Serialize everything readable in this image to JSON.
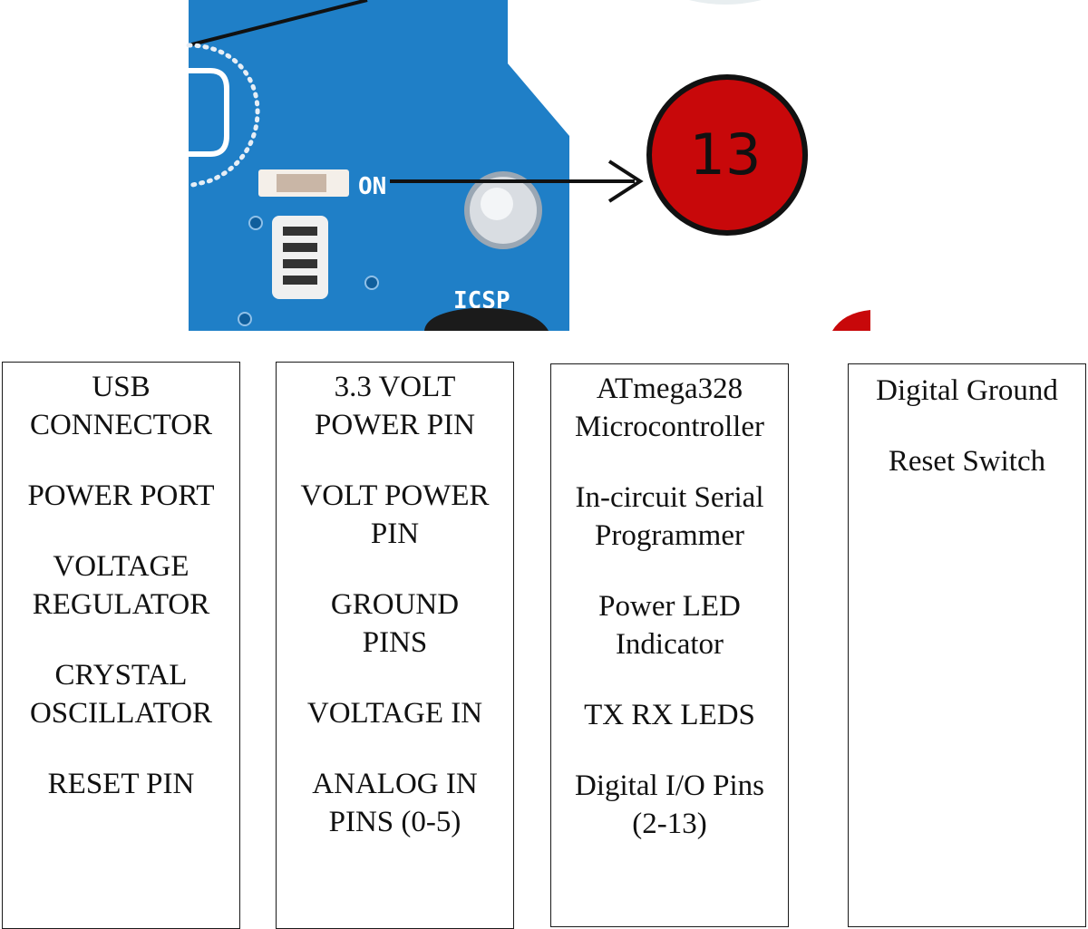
{
  "board": {
    "on_label": "ON",
    "icsp_label": "ICSP",
    "callout_number": "13"
  },
  "columns": [
    {
      "items": [
        "USB\nCONNECTOR",
        "POWER PORT",
        "VOLTAGE\nREGULATOR",
        "CRYSTAL\nOSCILLATOR",
        "RESET PIN"
      ]
    },
    {
      "items": [
        "3.3 VOLT\nPOWER PIN",
        "VOLT POWER\nPIN",
        "GROUND\nPINS",
        "VOLTAGE IN",
        "ANALOG IN\nPINS (0-5)"
      ]
    },
    {
      "items": [
        "ATmega328\nMicrocontroller",
        "In-circuit Serial\nProgrammer",
        "Power LED\nIndicator",
        "TX RX LEDS",
        "Digital I/O Pins\n(2-13)"
      ]
    },
    {
      "items": [
        "Digital Ground",
        "Reset Switch"
      ]
    }
  ],
  "colors": {
    "board_blue": "#1f7fc7",
    "callout_red": "#c8080a",
    "line_black": "#111111"
  }
}
